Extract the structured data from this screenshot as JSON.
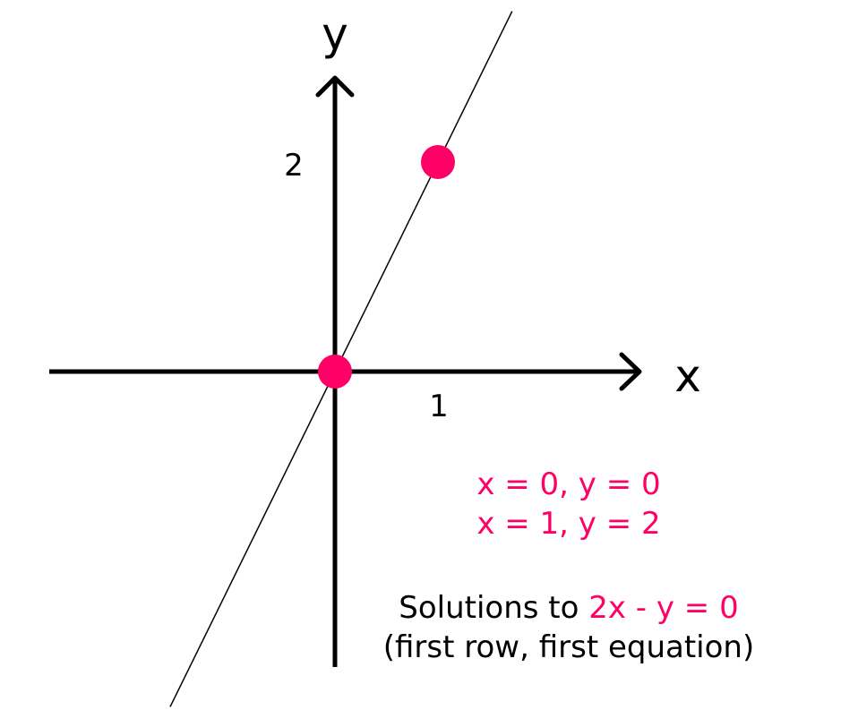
{
  "colors": {
    "axis": "#000000",
    "accent": "#ff0066",
    "text": "#000000",
    "background": "#ffffff"
  },
  "chart_data": {
    "type": "scatter",
    "x_axis_label": "x",
    "y_axis_label": "y",
    "x_tick_label": "1",
    "y_tick_label": "2",
    "line_equation": "2x - y = 0",
    "points": [
      {
        "x": 0,
        "y": 0
      },
      {
        "x": 1,
        "y": 2
      }
    ]
  },
  "annotations": {
    "solution_1": "x = 0, y = 0",
    "solution_2": "x = 1, y = 2"
  },
  "caption": {
    "prefix": "Solutions to ",
    "equation": "2x - y = 0",
    "subtitle": "(first row, first equation)"
  }
}
